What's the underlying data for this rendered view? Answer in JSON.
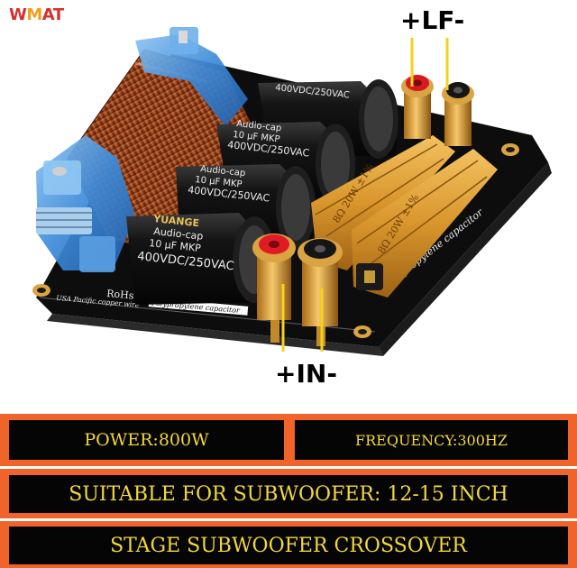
{
  "photo": {
    "logo_text_w": "W",
    "logo_text_o": "M",
    "logo_text_rest": "AT",
    "capacitors": [
      {
        "brand": "",
        "line2": "",
        "line3": "400VDC/250VAC"
      },
      {
        "brand": "Audio-cap",
        "line2": "10 µF MKP",
        "line3": "400VDC/250VAC"
      },
      {
        "brand": "Audio-cap",
        "line2": "10 µF MKP",
        "line3": "400VDC/250VAC"
      },
      {
        "brand": "YUANGE",
        "line1": "Audio-cap",
        "line2": "10 µF MKP",
        "line3": "400VDC/250VAC"
      }
    ],
    "resistor_labels": [
      "8Ω 20W ±1%",
      "8Ω 20W ±1%"
    ],
    "board_texts": {
      "rohs": "RoHs",
      "copper": "USA Pacific copper wire",
      "polycap1": "Polypropylene capacitor",
      "polycap2": "Polypropylene capacitor"
    },
    "callouts": {
      "lf": "+LF-",
      "in": "+IN-"
    }
  },
  "specs": {
    "power": "POWER:800W",
    "frequency": "FREQUENCY:300HZ",
    "suitable": "SUITABLE FOR SUBWOOFER: 12-15 INCH",
    "title": "STAGE SUBWOOFER CROSSOVER"
  },
  "colors": {
    "band_orange": "#f0642a",
    "box_black": "#050505",
    "text_yellow": "#f3d83a",
    "board_black": "#0d0d0d",
    "copper": "#b5501f",
    "gold": "#e0a53a",
    "bobbin_blue": "#3a8ad8"
  }
}
